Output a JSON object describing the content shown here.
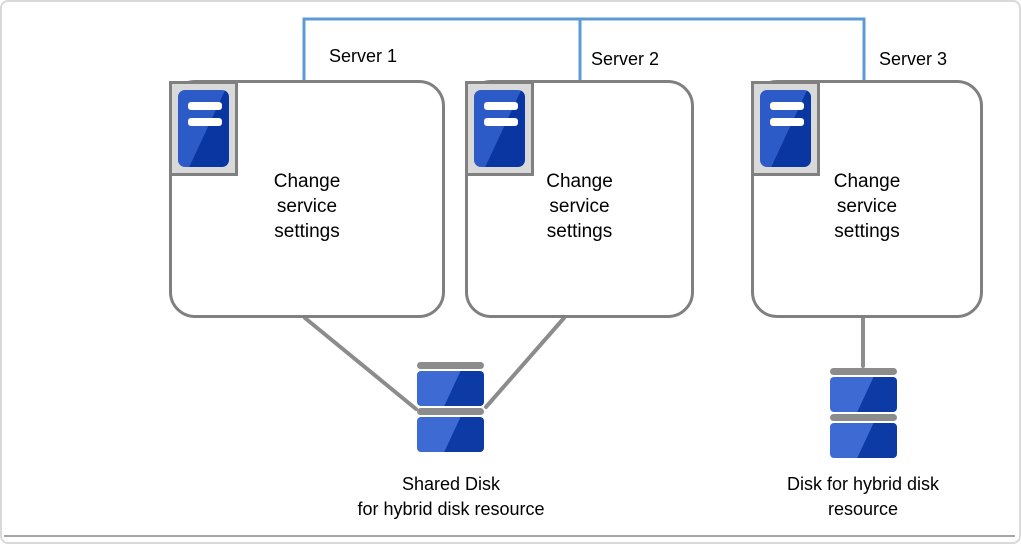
{
  "diagram": {
    "servers": [
      {
        "label": "Server 1",
        "body_lines": [
          "Change",
          "service",
          "settings"
        ]
      },
      {
        "label": "Server 2",
        "body_lines": [
          "Change",
          "service",
          "settings"
        ]
      },
      {
        "label": "Server 3",
        "body_lines": [
          "Change",
          "service",
          "settings"
        ]
      }
    ],
    "disks": [
      {
        "label_lines": [
          "Shared Disk",
          "for hybrid disk resource"
        ]
      },
      {
        "label_lines": [
          "Disk for hybrid disk",
          "resource"
        ]
      }
    ]
  },
  "colors": {
    "connector_blue": "#5B9BD5",
    "link_gray": "#8C8C8C",
    "node_border_gray": "#808080",
    "icon_frame_gray": "#D9D9D9",
    "server_blue_light": "#2C5AC7",
    "server_blue_dark": "#0936A0",
    "disk_blue_light": "#3E6BD3",
    "disk_blue_dark": "#0D3BA5",
    "disk_cap_gray": "#8C8C8C",
    "frame_border_gray": "#D9D9D9",
    "bottom_rule_gray": "#A6A6A6",
    "text_black": "#000000"
  }
}
